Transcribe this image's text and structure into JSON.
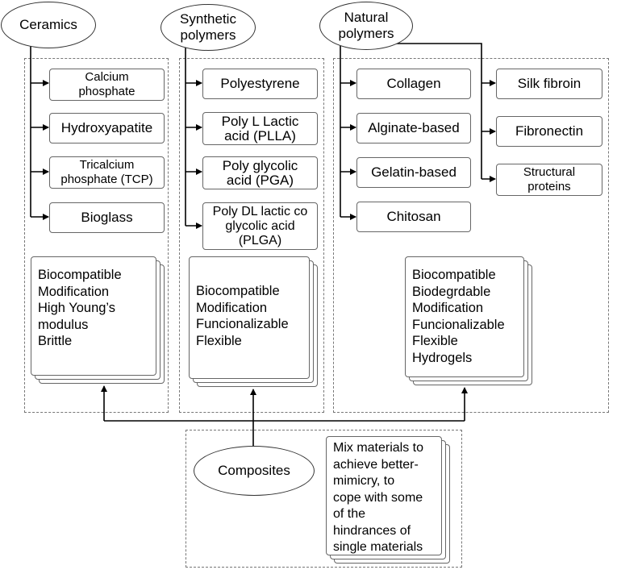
{
  "categories": {
    "ceramics": "Ceramics",
    "synthetic": "Synthetic\npolymers",
    "natural": "Natural\npolymers",
    "composites": "Composites"
  },
  "ceramics_items": [
    "Calcium\nphosphate",
    "Hydroxyapatite",
    "Tricalcium\nphosphate (TCP)",
    "Bioglass"
  ],
  "synthetic_items": [
    "Polyestyrene",
    "Poly L Lactic\nacid (PLLA)",
    "Poly glycolic\nacid (PGA)",
    "Poly DL lactic co\nglycolic acid\n(PLGA)"
  ],
  "natural_items_left": [
    "Collagen",
    "Alginate-based",
    "Gelatin-based",
    "Chitosan"
  ],
  "natural_items_right": [
    "Silk fibroin",
    "Fibronectin",
    "Structural\nproteins"
  ],
  "properties": {
    "ceramics": "Biocompatible\nModification\nHigh Young’s\nmodulus\nBrittle",
    "synthetic": "Biocompatible\nModification\nFuncionalizable\nFlexible",
    "natural": "Biocompatible\nBiodegrdable\nModification\nFuncionalizable\nFlexible\nHydrogels",
    "composites": "Mix materials to\nachieve better-\nmimicry, to\ncope with some\nof the\nhindrances of\nsingle materials"
  }
}
